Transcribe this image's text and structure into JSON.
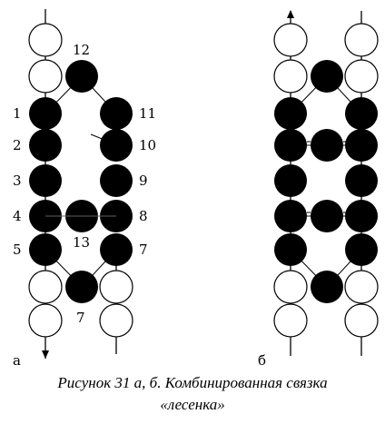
{
  "panel_a_label": "а",
  "panel_b_label": "б",
  "bead_numbers": [
    "12",
    "1",
    "2",
    "3",
    "4",
    "5",
    "11",
    "10",
    "9",
    "8",
    "7",
    "13",
    "7"
  ],
  "caption": {
    "line1": "Рисунок 31 а, б. Комбинированная связка",
    "line2": "«лесенка»"
  },
  "colors": {
    "filled_bead": "#000000",
    "open_bead": "#ffffff",
    "stroke": "#000000"
  }
}
